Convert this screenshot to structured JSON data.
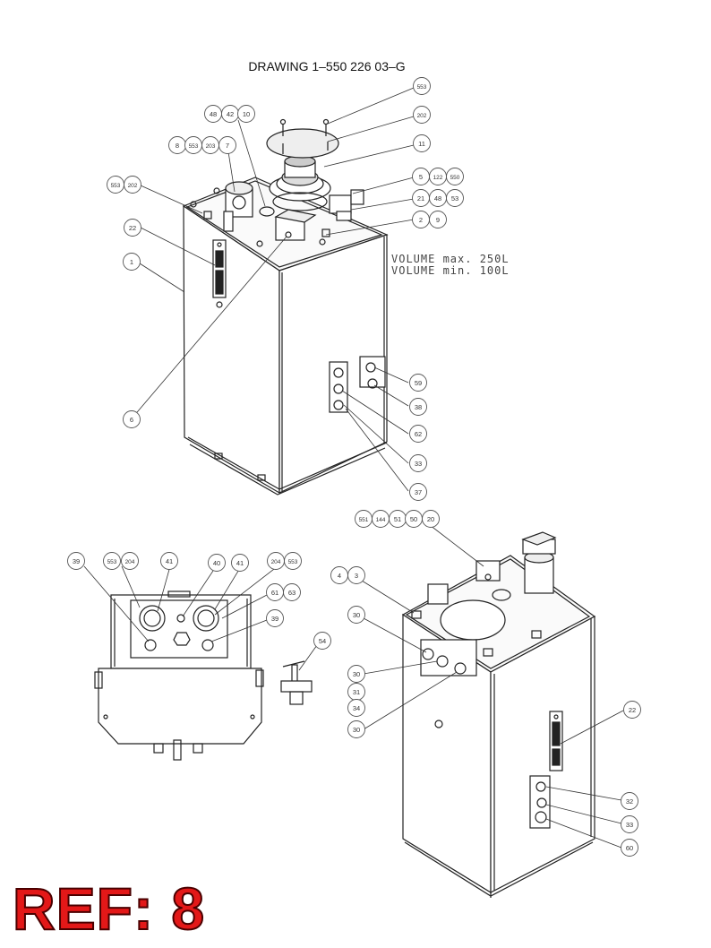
{
  "drawing": {
    "title": "DRAWING 1–550 226 03–G",
    "volume_max": "VOLUME max. 250L",
    "volume_min": "VOLUME min. 100L",
    "reference": "REF: 8"
  },
  "callouts": {
    "top_assembly": [
      "553",
      "202",
      "11",
      "48",
      "42",
      "10",
      "8",
      "553",
      "203",
      "7",
      "553",
      "202",
      "5",
      "122",
      "550",
      "21",
      "48",
      "53",
      "2",
      "9",
      "22",
      "1",
      "6",
      "59",
      "38",
      "62",
      "33",
      "37"
    ],
    "side_panel": [
      "39",
      "553",
      "204",
      "41",
      "40",
      "41",
      "204",
      "553",
      "61",
      "63",
      "39",
      "54"
    ],
    "rear_assembly": [
      "551",
      "144",
      "51",
      "50",
      "20",
      "4",
      "3",
      "30",
      "30",
      "31",
      "34",
      "30",
      "22",
      "32",
      "33",
      "60"
    ]
  }
}
